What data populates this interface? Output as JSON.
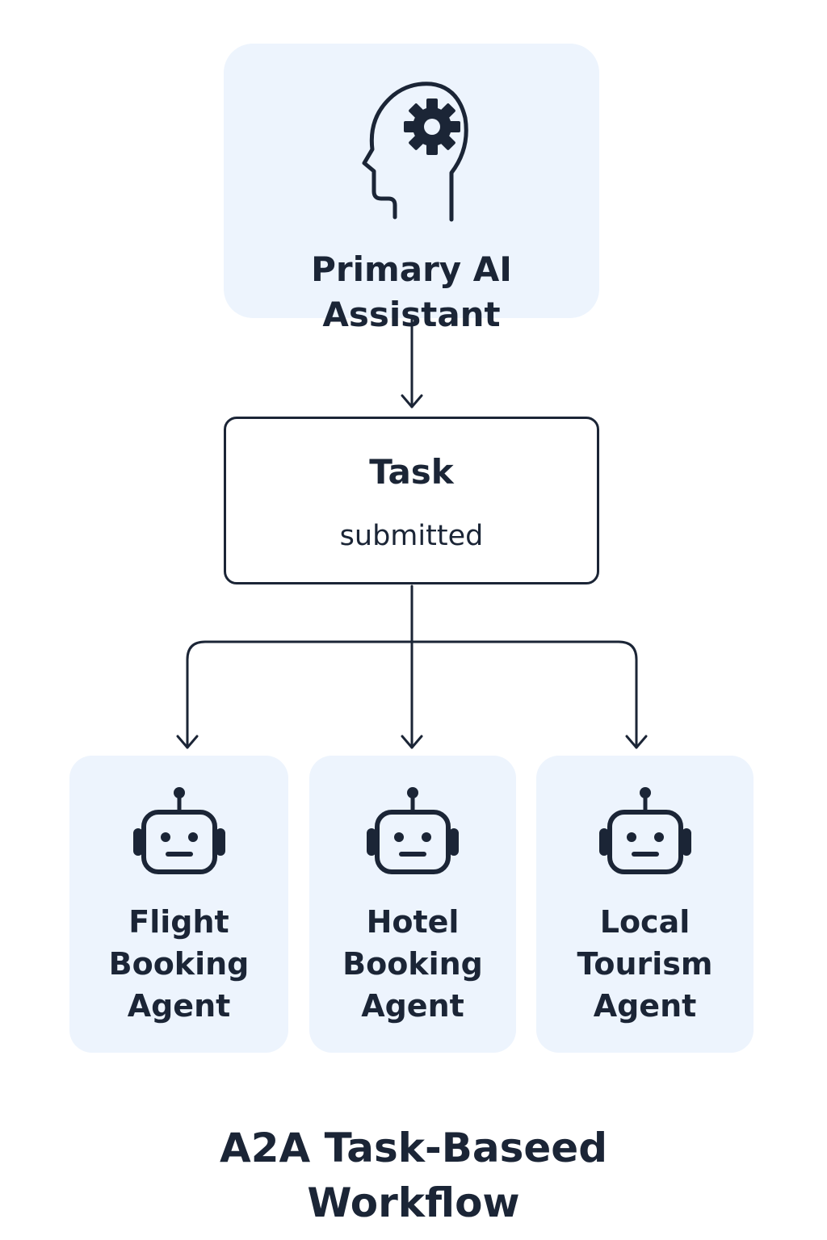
{
  "primary": {
    "label": "Primary AI\nAssistant",
    "icon": "head-gear-icon"
  },
  "task": {
    "title": "Task",
    "status": "submitted"
  },
  "agents": [
    {
      "label": "Flight\nBooking\nAgent",
      "icon": "robot-icon"
    },
    {
      "label": "Hotel\nBooking\nAgent",
      "icon": "robot-icon"
    },
    {
      "label": "Local\nTourism\nAgent",
      "icon": "robot-icon"
    }
  ],
  "title": "A2A Task-Baseed\nWorkflow",
  "colors": {
    "ink": "#1b2536",
    "node_fill": "#edf4fd",
    "background": "#ffffff"
  }
}
